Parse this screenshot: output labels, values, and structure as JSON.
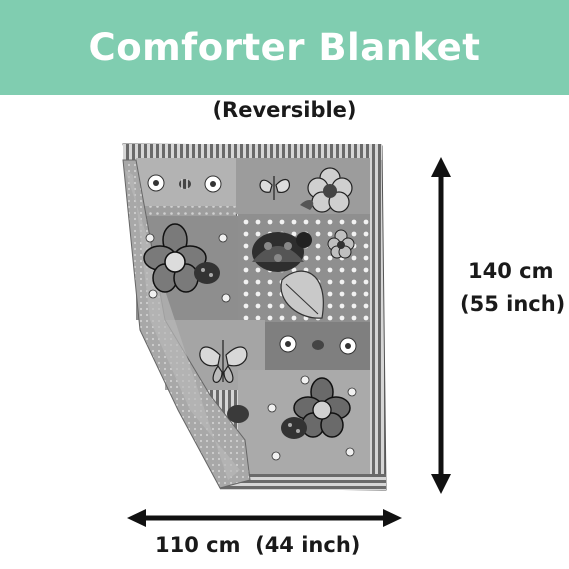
{
  "banner": {
    "title": "Comforter Blanket",
    "color": "#80cdb0"
  },
  "subtitle": "(Reversible)",
  "dimensions": {
    "height_value": "140 cm",
    "height_alt": "(55 inch)",
    "width_label": "110 cm  (44 inch)"
  },
  "image": {
    "description_icons": [
      "flower-icon",
      "butterfly-icon",
      "ladybug-icon",
      "bee-icon",
      "leaf-icon",
      "daisy-icon"
    ],
    "palette": [
      "#ffffff",
      "#4a4a4a",
      "#8a8a8a",
      "#bdbdbd",
      "#1a1a1a"
    ]
  }
}
